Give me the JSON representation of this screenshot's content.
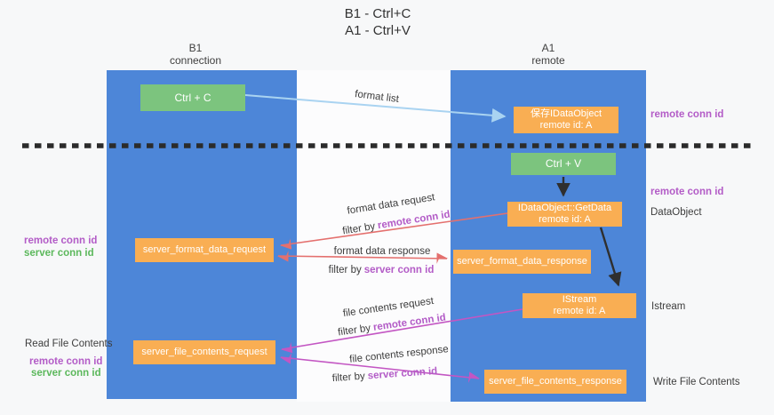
{
  "title": {
    "line1": "B1 - Ctrl+C",
    "line2": "A1 - Ctrl+V"
  },
  "lifelines": {
    "left": {
      "name": "B1",
      "role": "connection"
    },
    "right": {
      "name": "A1",
      "role": "remote"
    }
  },
  "boxes": {
    "ctrl_c": {
      "label": "Ctrl + C"
    },
    "save_dataobject": {
      "line1": "保存IDataObject",
      "line2": "remote id: A"
    },
    "ctrl_v": {
      "label": "Ctrl + V"
    },
    "getdata": {
      "line1": "IDataObject::GetData",
      "line2": "remote id: A"
    },
    "server_format_data_request": {
      "label": "server_format_data_request"
    },
    "server_format_data_response": {
      "label": "server_format_data_response"
    },
    "istream": {
      "line1": "IStream",
      "line2": "remote id: A"
    },
    "server_file_contents_request": {
      "label": "server_file_contents_request"
    },
    "server_file_contents_response": {
      "label": "server_file_contents_response"
    }
  },
  "side_labels": {
    "right_top_conn": "remote conn id",
    "right_mid_conn": "remote conn id",
    "dataobject": "DataObject",
    "istream": "Istream",
    "write_file": "Write File Contents",
    "left_remote_conn": "remote conn id",
    "left_server_conn": "server conn id",
    "read_file": "Read File Contents",
    "left_remote_conn2": "remote conn id",
    "left_server_conn2": "server conn id"
  },
  "arrow_labels": {
    "format_list": "format list",
    "format_data_request": "format data request",
    "format_data_response": "format data response",
    "file_contents_request": "file contents request",
    "file_contents_response": "file contents response",
    "filter_by": "filter by",
    "remote_conn_id": "remote conn id",
    "server_conn_id": "server conn id"
  },
  "colors": {
    "column_blue": "#4d86d8",
    "box_orange": "#f9ae53",
    "box_green": "#7cc47e",
    "arrow_lightblue": "#a9d3f1",
    "arrow_salmon": "#e4706e",
    "arrow_magenta": "#c356c3",
    "arrow_black": "#2f2f2f",
    "conn_purple": "#b35cc7",
    "conn_green": "#5cb85c",
    "text_dark": "#3d3d3d",
    "bg": "#f7f8f9"
  }
}
